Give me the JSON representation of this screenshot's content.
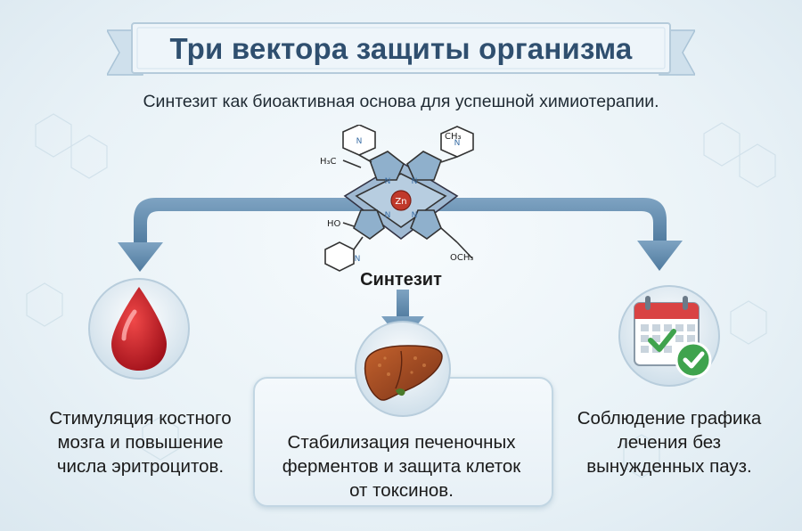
{
  "title": "Три вектора защиты организма",
  "subtitle": "Синтезит как биоактивная основа для успешной химиотерапии.",
  "molecule": {
    "label": "Синтезит",
    "center_atom": "Zn",
    "labels": {
      "ch3_left": "H₃C",
      "ch3_right": "CH₃",
      "ho": "HO",
      "och3": "OCH₃"
    }
  },
  "vectors": [
    {
      "icon": "blood-drop-icon",
      "caption_lines": [
        "Стимуляция костного",
        "мозга и повышение",
        "числа эритроцитов."
      ]
    },
    {
      "icon": "liver-icon",
      "caption_lines": [
        "Стабилизация печеночных",
        "ферментов и защита клеток",
        "от токсинов."
      ]
    },
    {
      "icon": "calendar-check-icon",
      "caption_lines": [
        "Соблюдение графика",
        "лечения без",
        "вынужденных пауз."
      ]
    }
  ],
  "colors": {
    "title": "#2f4f6f",
    "arrow": "#5f88aa",
    "blood": "#c1121f",
    "liver": "#a0522d",
    "check": "#3fa34d",
    "calendar": "#d94343"
  }
}
